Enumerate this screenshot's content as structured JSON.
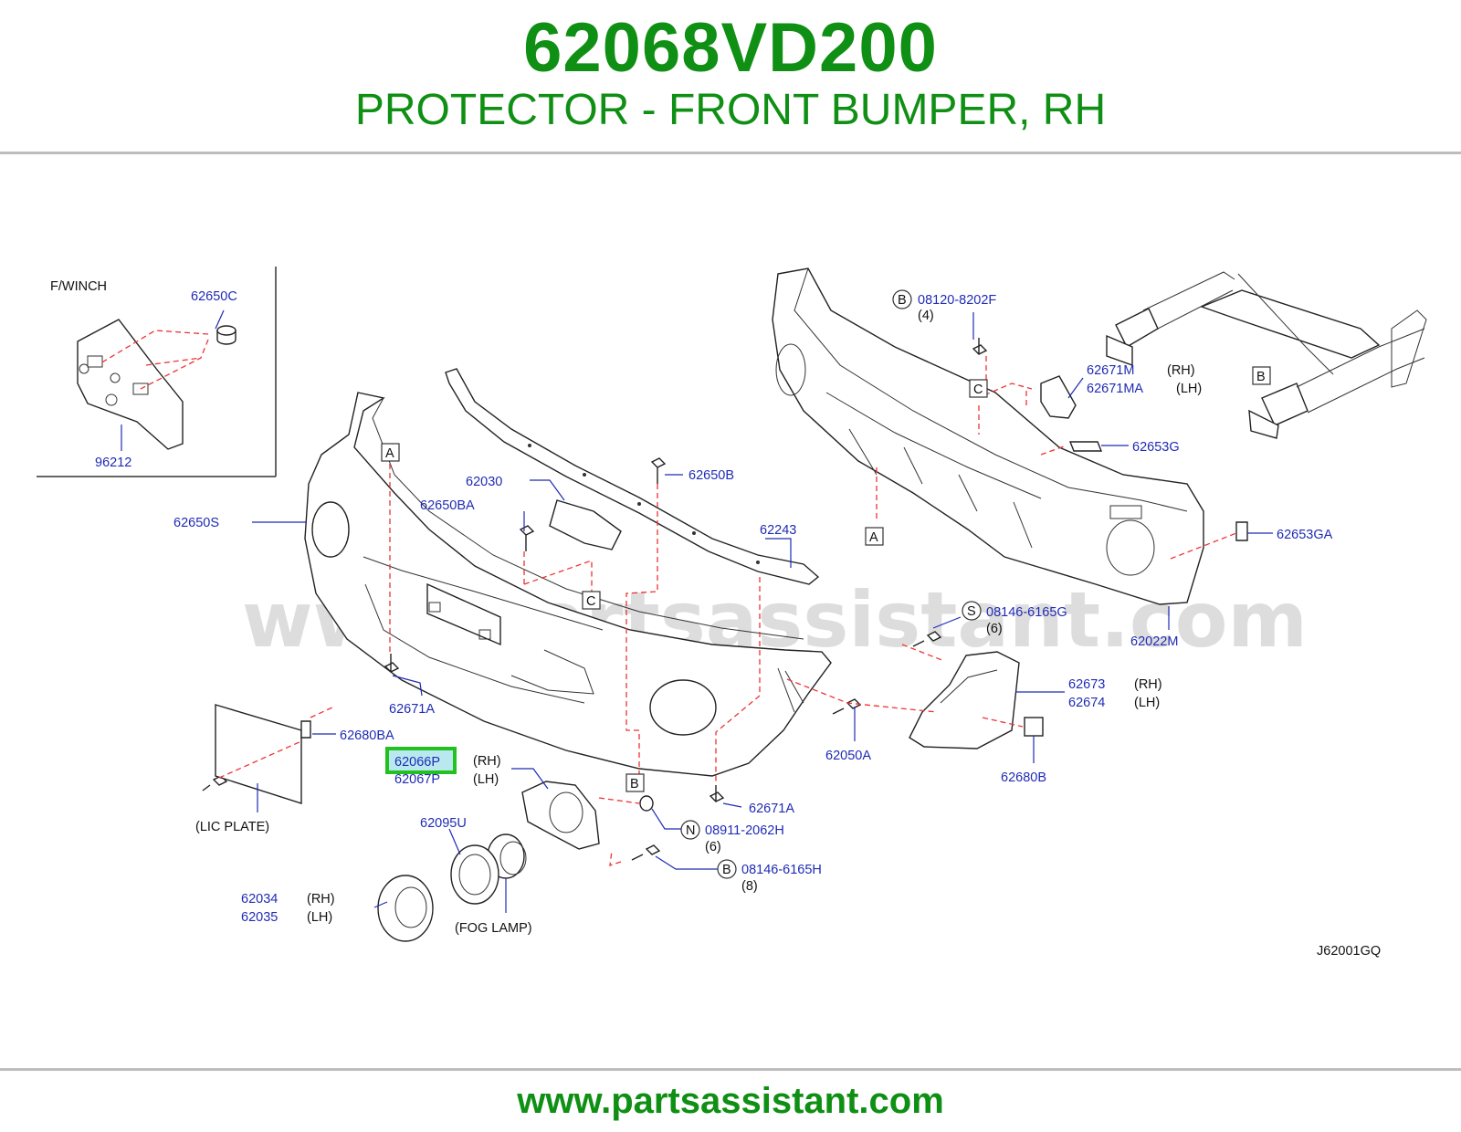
{
  "header": {
    "part_number": "62068VD200",
    "description": "PROTECTOR - FRONT BUMPER, RH"
  },
  "footer": {
    "url": "www.partsassistant.com"
  },
  "diagram": {
    "watermark": "www.partsassistant.com",
    "code": "J62001GQ",
    "inset_title": "F/WINCH",
    "labels": {
      "p62650C": "62650C",
      "p96212": "96212",
      "p62650S": "62650S",
      "p62030": "62030",
      "p62650BA": "62650BA",
      "p62650B": "62650B",
      "p62243": "62243",
      "p62671A_1": "62671A",
      "p62680BA": "62680BA",
      "p62066P": "62066P",
      "p62067P": "62067P",
      "lic_plate": "(LIC   PLATE)",
      "p62095U": "62095U",
      "p62034": "62034",
      "p62035": "62035",
      "fog_lamp": "(FOG   LAMP)",
      "p62671A_2": "62671A",
      "p08911": "08911-2062H",
      "qty6_n": "(6)",
      "p08146H": "08146-6165H",
      "qty8": "(8)",
      "p62050A": "62050A",
      "p62680B": "62680B",
      "p62673": "62673",
      "p62674": "62674",
      "p08146G": "08146-6165G",
      "qty6_s": "(6)",
      "p62022M": "62022M",
      "p62653GA": "62653GA",
      "p62653G": "62653G",
      "p62671M": "62671M",
      "p62671MA": "62671MA",
      "p08120": "08120-8202F",
      "qty4": "(4)",
      "rh1": "(RH)",
      "lh1": "(LH)",
      "rh2": "(RH)",
      "lh2": "(LH)",
      "rh3": "(RH)",
      "lh3": "(LH)",
      "rh4": "(RH)",
      "lh4": "(LH)"
    },
    "callouts": {
      "A1": "A",
      "A2": "A",
      "B1": "B",
      "B2": "B",
      "C1": "C",
      "C2": "C",
      "circB1": "B",
      "circB2": "B",
      "circN": "N",
      "circS": "S"
    },
    "highlight_color": "#22c11f",
    "highlight_fill": "#b9e9ef"
  }
}
